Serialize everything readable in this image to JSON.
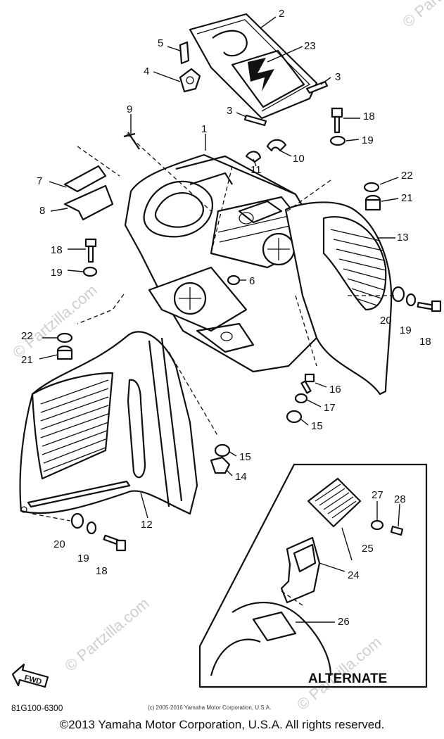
{
  "callouts": [
    "1",
    "2",
    "3",
    "3",
    "4",
    "5",
    "6",
    "7",
    "8",
    "9",
    "10",
    "11",
    "12",
    "13",
    "14",
    "15",
    "15",
    "16",
    "17",
    "18",
    "18",
    "18",
    "18",
    "19",
    "19",
    "19",
    "19",
    "20",
    "20",
    "21",
    "21",
    "22",
    "22",
    "23",
    "24",
    "25",
    "26",
    "27",
    "28"
  ],
  "watermarks": [
    "© Partzilla.com",
    "© Partzilla.com",
    "© Partzilla.com",
    "© Partzilla.com"
  ],
  "alternate_label": "ALTERNATE",
  "fwd_label": "FWD",
  "diagram_code": "81G100-6300",
  "small_copyright": "(c) 2005-2016 Yamaha Motor Corporation, U.S.A.",
  "footer_copyright": "©2013 Yamaha Motor Corporation, U.S.A. All rights reserved."
}
